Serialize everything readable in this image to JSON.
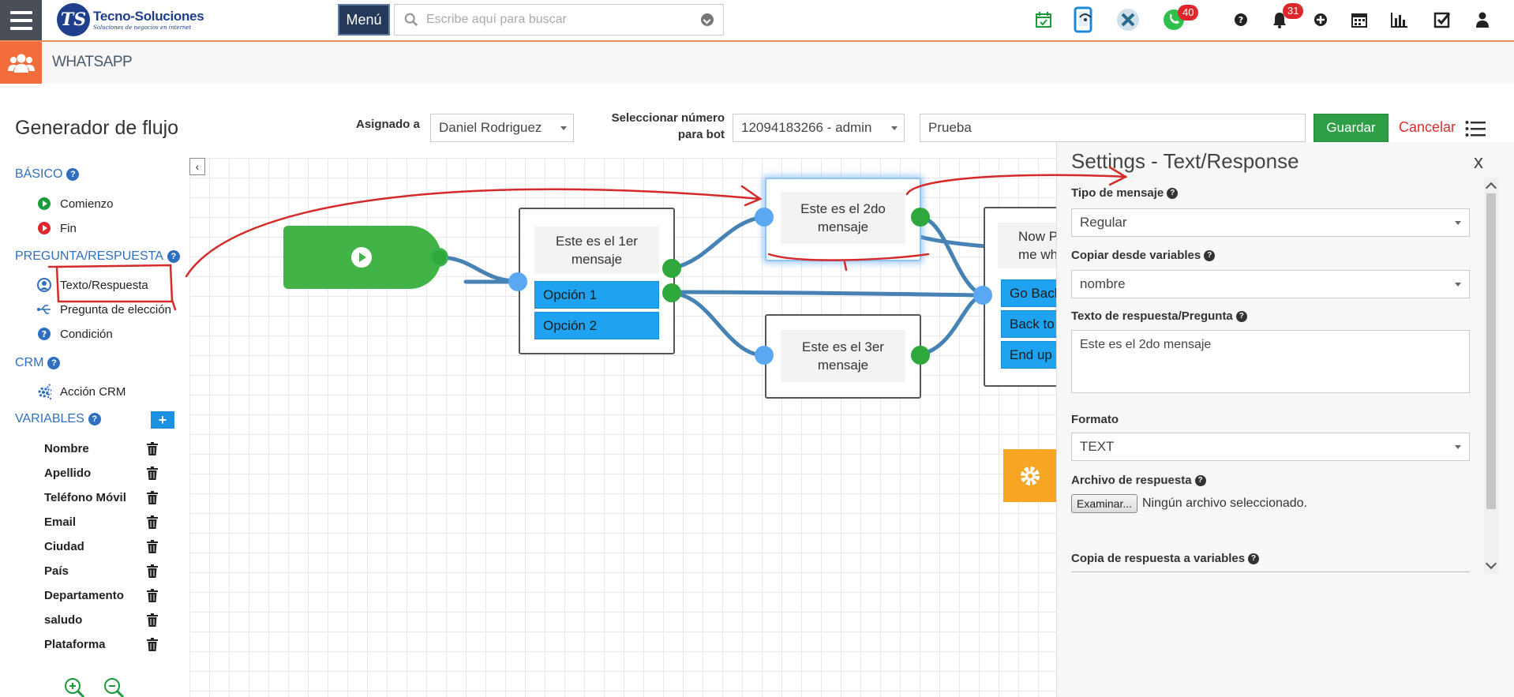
{
  "topbar": {
    "brand_name": "Tecno-Soluciones",
    "brand_tagline": "Soluciones de negocios en internet",
    "logo_letters": "TS",
    "menu_label": "Menú",
    "search_placeholder": "Escribe aquí para buscar",
    "whatsapp_badge": "40",
    "notifications_badge": "31",
    "colors": {
      "accent_line": "#f08b5a",
      "badge": "#e0262d",
      "menu_bg": "#253a5a"
    }
  },
  "module": {
    "title": "WHATSAPP",
    "icon": "group-icon",
    "color": "#f26c3c"
  },
  "header": {
    "title": "Generador de flujo",
    "assigned_label": "Asignado a",
    "assigned_value": "Daniel Rodriguez",
    "bot_number_label_line1": "Seleccionar número",
    "bot_number_label_line2": "para bot",
    "bot_number_value": "12094183266 - admin",
    "bot_name_value": "Prueba",
    "save_label": "Guardar",
    "cancel_label": "Cancelar"
  },
  "sidebar": {
    "basic": {
      "title": "BÁSICO",
      "items": [
        {
          "label": "Comienzo",
          "icon": "play-circle-icon"
        },
        {
          "label": "Fin",
          "icon": "stop-circle-icon"
        }
      ]
    },
    "qa": {
      "title": "PREGUNTA/RESPUESTA",
      "items": [
        {
          "label": "Texto/Respuesta",
          "icon": "user-circle-icon"
        },
        {
          "label": "Pregunta de elección",
          "icon": "usb-branch-icon"
        },
        {
          "label": "Condición",
          "icon": "question-circle-icon"
        }
      ]
    },
    "crm": {
      "title": "CRM",
      "items": [
        {
          "label": "Acción CRM",
          "icon": "cogs-icon"
        }
      ]
    },
    "variables": {
      "title": "VARIABLES",
      "add_label": "+",
      "items": [
        "Nombre",
        "Apellido",
        "Teléfono Móvil",
        "Email",
        "Ciudad",
        "País",
        "Departamento",
        "saludo",
        "Plataforma"
      ]
    }
  },
  "canvas": {
    "collapse_label": "‹",
    "node1": {
      "text": "Este es el 1er mensaje",
      "options": [
        "Opción 1",
        "Opción 2"
      ]
    },
    "node2": {
      "text": "Este es el 2do mensaje"
    },
    "node3": {
      "text": "Este es el 3er mensaje"
    },
    "node4": {
      "text_line1": "Now P",
      "text_line2": "me wh",
      "options": [
        "Go Back",
        "Back to",
        "End up"
      ]
    }
  },
  "settings": {
    "title": "Settings - Text/Response",
    "close_label": "x",
    "message_type_label": "Tipo de mensaje",
    "message_type_value": "Regular",
    "copy_from_vars_label": "Copiar desde variables",
    "copy_from_vars_value": "nombre",
    "response_text_label": "Texto de respuesta/Pregunta",
    "response_text_value": "Este es el 2do mensaje",
    "format_label": "Formato",
    "format_value": "TEXT",
    "file_label": "Archivo de respuesta",
    "file_button": "Examinar...",
    "file_status": "Ningún archivo seleccionado.",
    "copy_to_vars_label": "Copia de respuesta a variables"
  }
}
